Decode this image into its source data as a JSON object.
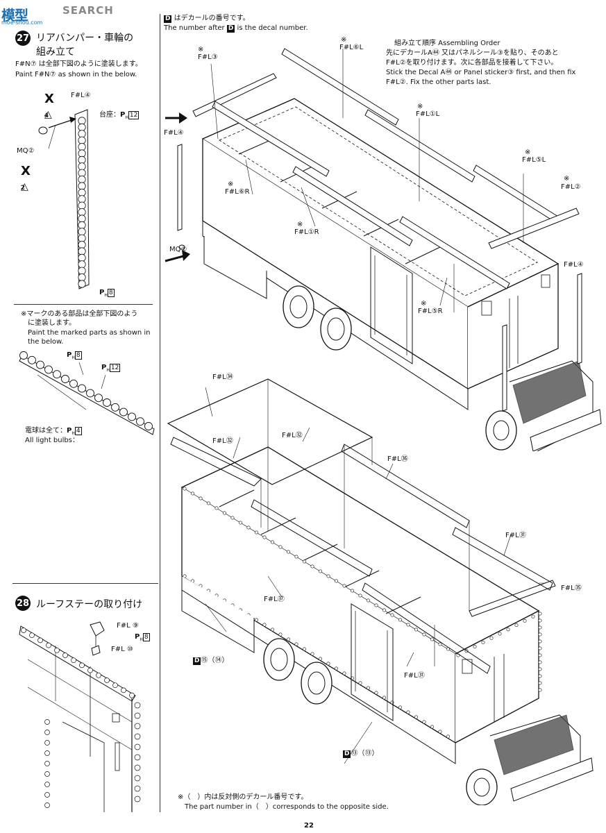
{
  "watermark": {
    "brand": "SEARCH",
    "logo_text": "模型",
    "site": "moe-shou.com"
  },
  "header": {
    "decal_note_jp": "はデカールの番号です。",
    "decal_note_en_pre": "The number after",
    "decal_note_en_post": "is the decal number.",
    "decal_letter": "D"
  },
  "step27": {
    "number": "27",
    "title_line1": "リアバンパー・車輪の",
    "title_line2": "組み立て",
    "paint_jp": "F#N⑦ は全部下図のように塗装します。",
    "paint_en": "Paint F#N⑦ as shown in the below.",
    "x4_label": "X",
    "x4_sub": "4",
    "x2_label": "X",
    "x2_sub": "2",
    "part_fl4": "F#L④",
    "daiza": "台座：",
    "ph12": "P",
    "ph12_sub": "H",
    "ph12_num": "12",
    "mq2": "MQ②",
    "ph8": "P",
    "ph8_sub": "H",
    "ph8_num": "8",
    "mark_note_jp1": "※マークのある部品は全部下図のよう",
    "mark_note_jp2": "に塗装します。",
    "mark_note_en1": "Paint the marked parts as shown in",
    "mark_note_en2": "the below.",
    "bulb_ph8": "8",
    "bulb_ph12": "12",
    "bulbs_jp": "電球は全て：",
    "bulbs_en": "All light bulbs：",
    "bulbs_num": "4"
  },
  "step28": {
    "number": "28",
    "title": "ルーフステーの取り付け",
    "part_fl9": "F#L ⑨",
    "part_ph8": "8",
    "part_fl10": "F#L ⑩"
  },
  "assembly_order": {
    "title": "組み立て順序 Assembling Order",
    "jp1": "先にデカールA㊹ 又はパネルシール③を貼り、そのあと",
    "jp2": "F#L②を取り付けます。次に各部品を接着して下さい。",
    "en1": "Stick the Decal A㊹ or Panel sticker③ first, and then fix",
    "en2": "F#L②. Fix the other parts last."
  },
  "top_diagram": {
    "fl3": "F#L③",
    "fl6l": "F#L⑥L",
    "fl1l": "F#L①L",
    "fl5l": "F#L⑤L",
    "fl2": "F#L②",
    "fl4_left": "F#L④",
    "fl6r": "F#L⑥R",
    "fl1r": "F#L①R",
    "fl5r": "F#L⑤R",
    "fl4_right": "F#L④",
    "mq2": "MQ②",
    "mark": "※"
  },
  "bottom_diagram": {
    "fl34": "F#L㉞",
    "fl32a": "F#L㉜",
    "fl32b": "F#L㉜",
    "fl36": "F#L㊱",
    "fl31a": "F#L㉛",
    "fl35": "F#L㉟",
    "fl37": "F#L㊲",
    "fl31b": "F#L㉛",
    "decal1": "⑮（⑭）",
    "decal2": "⑬（⑬）"
  },
  "footer": {
    "note_jp": "※（　）内は反対側のデカール番号です。",
    "note_en": "The part number in（　）corresponds to the opposite side.",
    "page": "22"
  }
}
